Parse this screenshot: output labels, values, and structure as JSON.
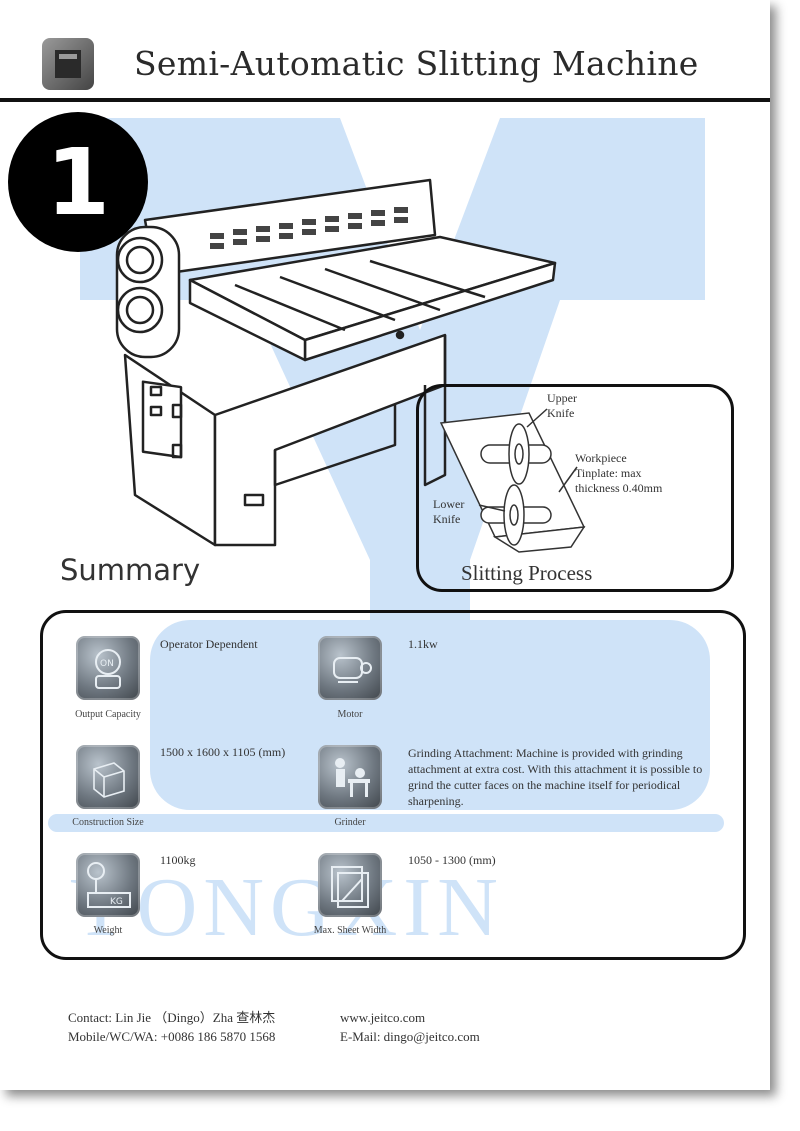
{
  "header": {
    "title": "Semi-Automatic Slitting Machine",
    "icon": "machine-thumbnail-icon"
  },
  "badge": {
    "number": "1"
  },
  "watermark": {
    "text": "YONGXIN",
    "color": "#cfe3f8"
  },
  "diagram": {
    "labels": {
      "upper_knife_1": "Upper",
      "upper_knife_2": "Knife",
      "workpiece_1": "Workpiece",
      "workpiece_2": "Tinplate: max",
      "workpiece_3": "thickness 0.40mm",
      "lower_knife_1": "Lower",
      "lower_knife_2": "Knife"
    },
    "title": "Slitting Process"
  },
  "summary": {
    "heading": "Summary",
    "specs": [
      {
        "label": "Output Capacity",
        "value": "Operator Dependent",
        "icon": "output-capacity-icon"
      },
      {
        "label": "Motor",
        "value": "1.1kw",
        "icon": "motor-icon"
      },
      {
        "label": "Construction Size",
        "value": "1500 x 1600 x 1105 (mm)",
        "icon": "cube-icon"
      },
      {
        "label": "Grinder",
        "value": "Grinding Attachment: Machine is provided with grinding attachment at extra cost. With this attachment it is possible to grind the cutter faces on the machine itself for periodical sharpening.",
        "icon": "grinder-icon"
      },
      {
        "label": "Weight",
        "value": "1100kg",
        "icon": "scale-icon"
      },
      {
        "label": "Max. Sheet Width",
        "value": "1050 - 1300 (mm)",
        "icon": "sheet-width-icon"
      }
    ]
  },
  "footer": {
    "contact": "Contact: Lin Jie （Dingo）Zha 查林杰",
    "mobile": "Mobile/WC/WA: +0086 186 5870 1568",
    "website": "www.jeitco.com",
    "email": "E-Mail: dingo@jeitco.com"
  }
}
